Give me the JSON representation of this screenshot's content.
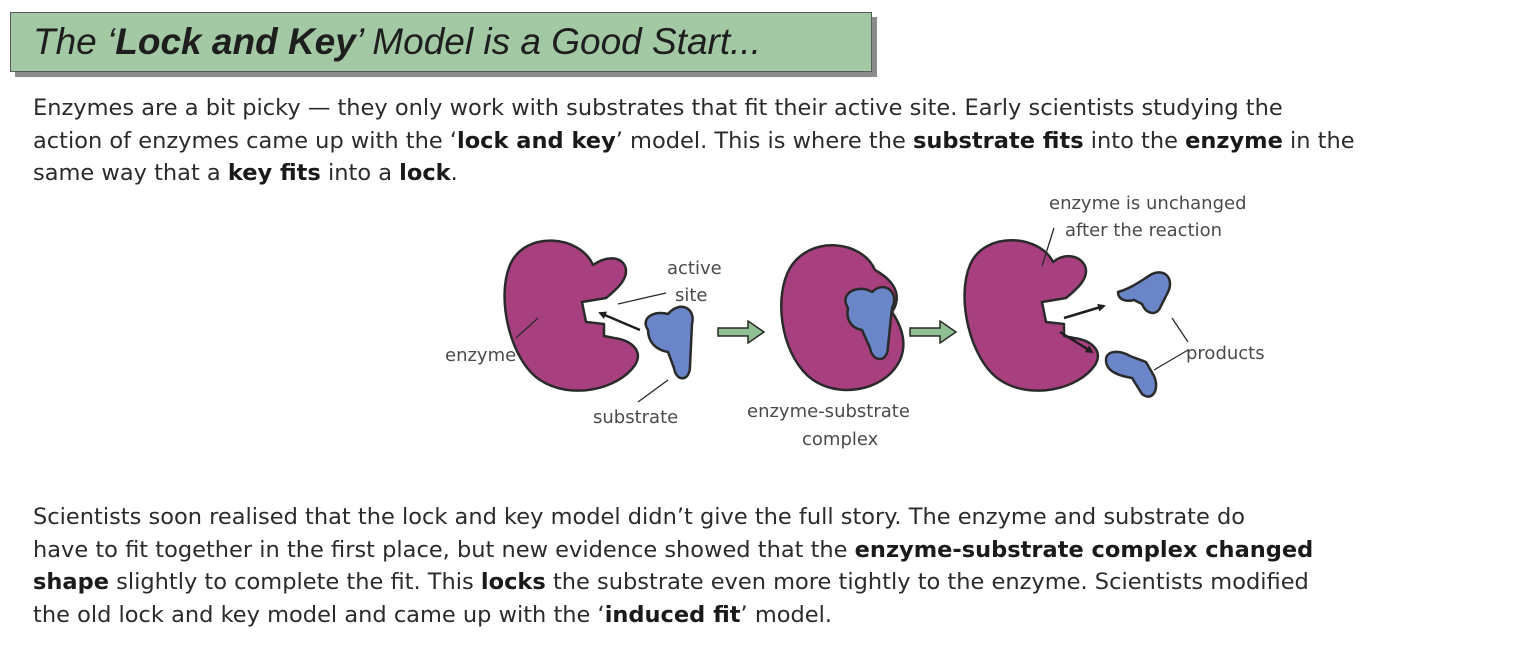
{
  "title": {
    "pre": "The ‘",
    "bold": "Lock and Key",
    "post": "’ Model is a Good Start..."
  },
  "para1": {
    "l1": "Enzymes are a bit picky — they only work with substrates that fit their active site.  Early scientists studying the",
    "l2_a": "action of enzymes came up with the ‘",
    "l2_b": "lock and key",
    "l2_c": "’ model.  This is where the ",
    "l2_d": "substrate fits",
    "l2_e": " into the ",
    "l2_f": "enzyme",
    "l2_g": " in the",
    "l3_a": "same way that a ",
    "l3_b": "key fits",
    "l3_c": " into a ",
    "l3_d": "lock",
    "l3_e": "."
  },
  "diagram": {
    "enzyme_label": "enzyme",
    "active_site_l1": "active",
    "active_site_l2": "site",
    "substrate_label": "substrate",
    "complex_l1": "enzyme-substrate",
    "complex_l2": "complex",
    "unchanged_l1": "enzyme is unchanged",
    "unchanged_l2": "after the reaction",
    "products_label": "products",
    "colors": {
      "enzyme": "#a83f7e",
      "substrate": "#6a86c8",
      "step_arrow": "#8fbf93"
    }
  },
  "para2": {
    "l1": "Scientists soon realised that the lock and key model didn’t give the full story.  The enzyme and substrate do",
    "l2_a": "have to fit together in the first place, but new evidence showed that the ",
    "l2_b": "enzyme-substrate complex changed",
    "l3_a": "shape",
    "l3_b": " slightly to complete the fit.  This ",
    "l3_c": "locks",
    "l3_d": " the substrate even more tightly to the enzyme.  Scientists modified",
    "l4_a": "the old lock and key model and came up with the ‘",
    "l4_b": "induced fit",
    "l4_c": "’ model."
  }
}
